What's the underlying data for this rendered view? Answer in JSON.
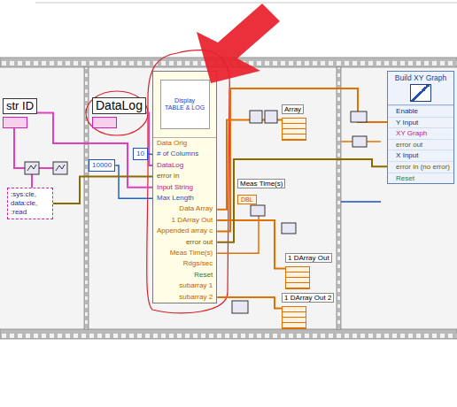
{
  "diagram": {
    "nodes": [
      {
        "text": [
          "str ID"
        ]
      },
      {
        "text": [
          ":sys:cle, data:cle, :read"
        ]
      },
      {
        "text": [
          "DataLog"
        ]
      },
      {
        "text": [
          "10000"
        ]
      },
      {
        "text": [
          "10"
        ]
      },
      {
        "text": [
          "Display TABLE & LOG",
          "Data Orig",
          "# of Columns",
          "DataLog",
          "error in",
          "Input String",
          "Max Length",
          "Data Array",
          "1 DArray Out",
          "Appended array c",
          "error out",
          "Meas Time(s)",
          "Rdgs/sec",
          "Reset",
          "subarray 1",
          "subarray 2"
        ]
      },
      {
        "text": [
          "Array"
        ]
      },
      {
        "text": [
          "Meas Time(s)",
          "DBL"
        ]
      },
      {
        "text": [
          "1 DArray Out"
        ]
      },
      {
        "text": [
          "1 DArray Out 2"
        ]
      },
      {
        "text": [
          "Build XY Graph",
          "Enable",
          "Y Input",
          "XY Graph",
          "error out",
          "X Input",
          "error in (no error)",
          "Reset"
        ]
      }
    ],
    "edges": [
      {
        "from": 0,
        "to": 5,
        "arrow": "none"
      },
      {
        "from": 2,
        "to": 5,
        "arrow": "none"
      },
      {
        "from": 3,
        "to": 5,
        "arrow": "none"
      },
      {
        "from": 4,
        "to": 5,
        "arrow": "none"
      },
      {
        "from": 1,
        "to": 5,
        "arrow": "none"
      },
      {
        "from": 5,
        "to": 6,
        "arrow": "none"
      },
      {
        "from": 5,
        "to": 7,
        "arrow": "none"
      },
      {
        "from": 5,
        "to": 8,
        "arrow": "none"
      },
      {
        "from": 5,
        "to": 9,
        "arrow": "none"
      },
      {
        "from": 5,
        "to": 10,
        "arrow": "none"
      },
      {
        "from": 5,
        "to": 10,
        "arrow": "none"
      }
    ]
  }
}
